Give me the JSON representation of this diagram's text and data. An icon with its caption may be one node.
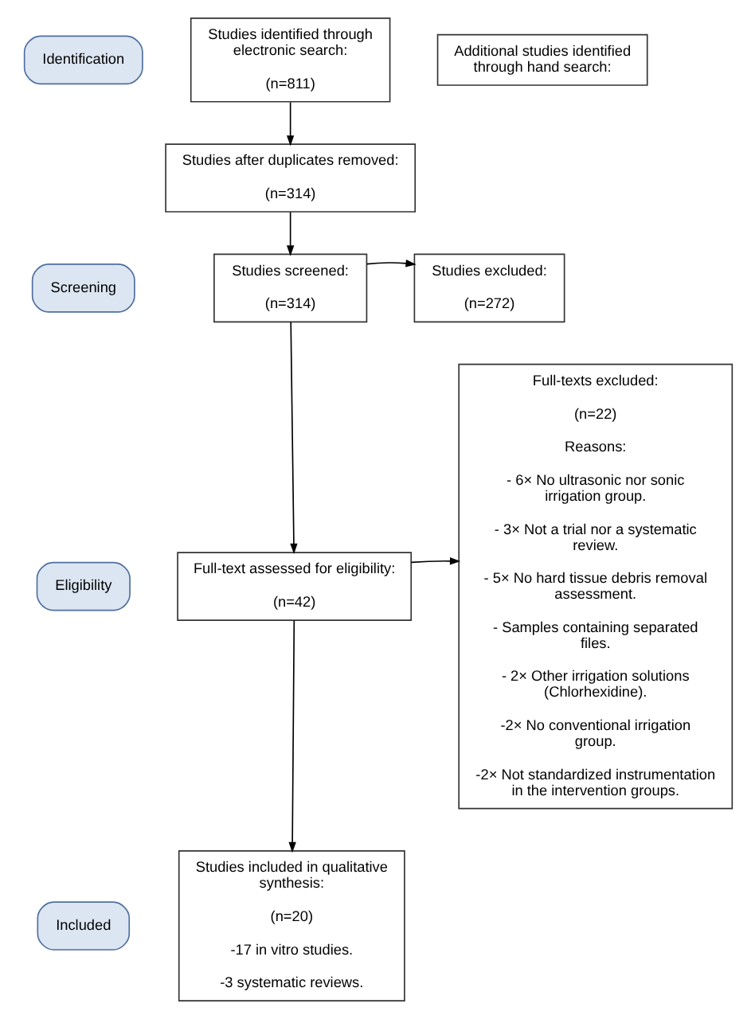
{
  "diagram": {
    "nodes": [
      {
        "text": [
          "Identification"
        ]
      },
      {
        "text": [
          "Screening"
        ]
      },
      {
        "text": [
          "Eligibility"
        ]
      },
      {
        "text": [
          "Included"
        ]
      },
      {
        "text": [
          "Studies identified through electronic search:",
          "(n=811)"
        ]
      },
      {
        "text": [
          "Additional studies identified through hand search:"
        ]
      },
      {
        "text": [
          "Studies after duplicates removed:",
          "(n=314)"
        ]
      },
      {
        "text": [
          "Studies screened:",
          "(n=314)"
        ]
      },
      {
        "text": [
          "Studies excluded:",
          "(n=272)"
        ]
      },
      {
        "text": [
          "Full-text assessed for eligibility:",
          "(n=42)"
        ]
      },
      {
        "text": [
          "Full-texts excluded:",
          "(n=22)",
          "Reasons:",
          "- 6× No ultrasonic nor sonic irrigation group.",
          "- 3× Not a trial nor a systematic review.",
          "- 5× No hard tissue debris removal assessment.",
          "- Samples containing separated files.",
          "- 2× Other irrigation solutions (Chlorhexidine).",
          "-2× No conventional irrigation group.",
          "-2× Not standardized instrumentation in the intervention groups."
        ]
      },
      {
        "text": [
          "Studies included in qualitative synthesis:",
          "(n=20)",
          "-17 in vitro studies.",
          "-3 systematic reviews."
        ]
      }
    ],
    "edges": [
      {
        "from": 4,
        "to": 6,
        "arrow": "to"
      },
      {
        "from": 6,
        "to": 7,
        "arrow": "to"
      },
      {
        "from": 7,
        "to": 8,
        "arrow": "to"
      },
      {
        "from": 7,
        "to": 9,
        "arrow": "to"
      },
      {
        "from": 9,
        "to": 10,
        "arrow": "to"
      },
      {
        "from": 9,
        "to": 11,
        "arrow": "to"
      }
    ]
  }
}
